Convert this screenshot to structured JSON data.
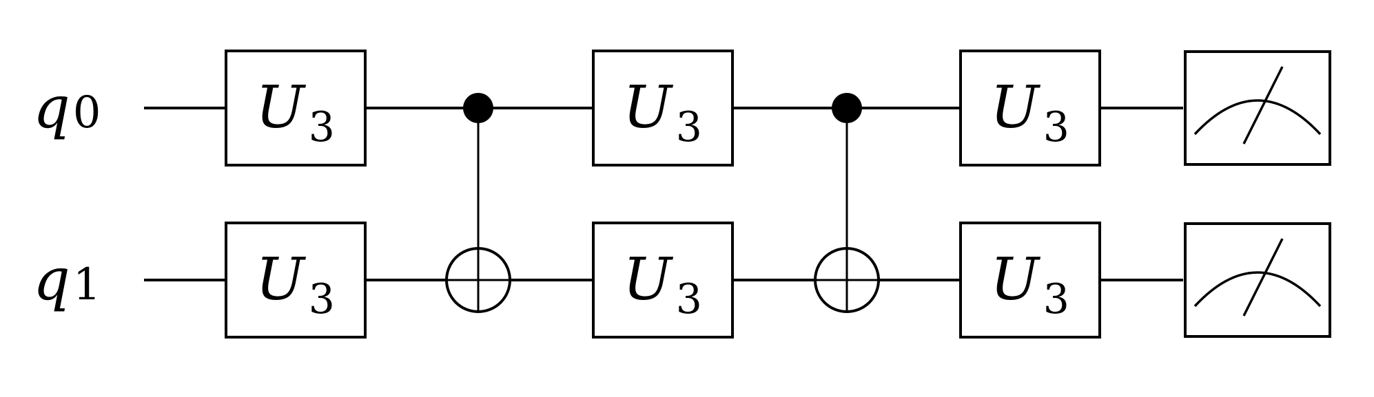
{
  "qubits": [
    {
      "name": "q",
      "index": "0"
    },
    {
      "name": "q",
      "index": "1"
    }
  ],
  "gates": [
    {
      "column": 0,
      "qubit": 0,
      "symbol": "U",
      "sub": "3"
    },
    {
      "column": 0,
      "qubit": 1,
      "symbol": "U",
      "sub": "3"
    },
    {
      "column": 2,
      "qubit": 0,
      "symbol": "U",
      "sub": "3"
    },
    {
      "column": 2,
      "qubit": 1,
      "symbol": "U",
      "sub": "3"
    },
    {
      "column": 4,
      "qubit": 0,
      "symbol": "U",
      "sub": "3"
    },
    {
      "column": 4,
      "qubit": 1,
      "symbol": "U",
      "sub": "3"
    }
  ],
  "cnots": [
    {
      "column": 1,
      "control": 0,
      "target": 1
    },
    {
      "column": 3,
      "control": 0,
      "target": 1
    }
  ],
  "measurements": [
    {
      "column": 5,
      "qubit": 0
    },
    {
      "column": 5,
      "qubit": 1
    }
  ]
}
